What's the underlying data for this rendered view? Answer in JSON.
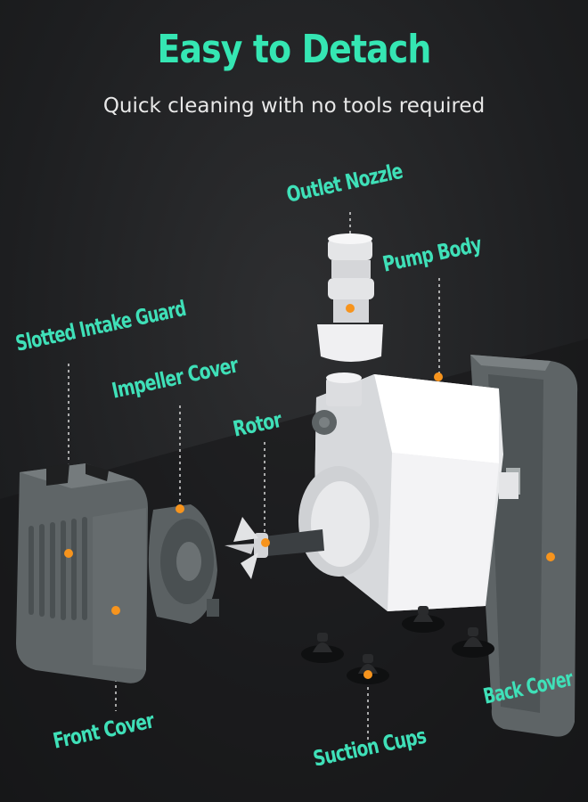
{
  "header": {
    "title": "Easy to Detach",
    "subtitle": "Quick cleaning with no tools required"
  },
  "labels": {
    "outlet_nozzle": "Outlet Nozzle",
    "pump_body": "Pump Body",
    "slotted_intake_guard": "Slotted Intake Guard",
    "impeller_cover": "Impeller Cover",
    "rotor": "Rotor",
    "front_cover": "Front Cover",
    "suction_cups": "Suction Cups",
    "back_cover": "Back Cover"
  },
  "colors": {
    "accent": "#35e6b3",
    "marker": "#f7941d",
    "background": "#1d1e20"
  }
}
